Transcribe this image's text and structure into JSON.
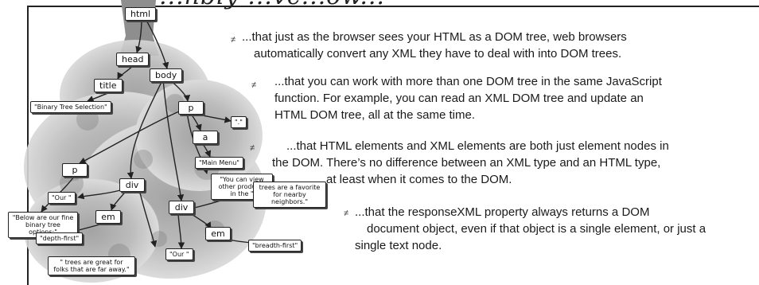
{
  "header_fragment": "...nbly ...vc...ow...",
  "tree": {
    "nodes": {
      "html": "html",
      "head": "head",
      "title": "title",
      "body": "body",
      "title_text": "\"Binary Tree Selection\"",
      "p1": "p",
      "p2": "p",
      "dot_text": "\".\"",
      "a": "a",
      "main_menu_text": "\"Main Menu\"",
      "below_text": "\"Below are our fine binary tree options:\"",
      "view_text": "\"You can view other products in the \"",
      "div1": "div",
      "div2": "div",
      "our1": "\"Our \"",
      "em1": "em",
      "depth_text": "\"depth-first\"",
      "great_text": "\" trees are great for folks that are far away.\"",
      "favorite_text": "trees are a favorite for nearby neighbors.\"",
      "em2": "em",
      "breadth_text": "\"breadth-first\"",
      "our2": "\"Our \""
    }
  },
  "points": [
    {
      "bullet": "≠",
      "lines": [
        "...that just as the browser sees your HTML as a DOM tree, web browsers",
        "automatically convert any XML they have to deal with into DOM trees."
      ]
    },
    {
      "bullet": "≠",
      "lines": [
        "...that you can work with more than one DOM tree in the same JavaScript",
        "function. For example, you can read an XML DOM tree and update an",
        "HTML DOM tree, all at the same time."
      ]
    },
    {
      "bullet": "≠",
      "lines": [
        "...that HTML elements and XML elements are both just element nodes in",
        "the DOM. There’s no difference between an XML type and an HTML type,",
        "at least when it comes to the DOM."
      ]
    },
    {
      "bullet": "≠",
      "lines": [
        "...that the responseXML property always returns a DOM",
        "document object, even if that object is a single element, or just a",
        "single text node."
      ]
    }
  ]
}
